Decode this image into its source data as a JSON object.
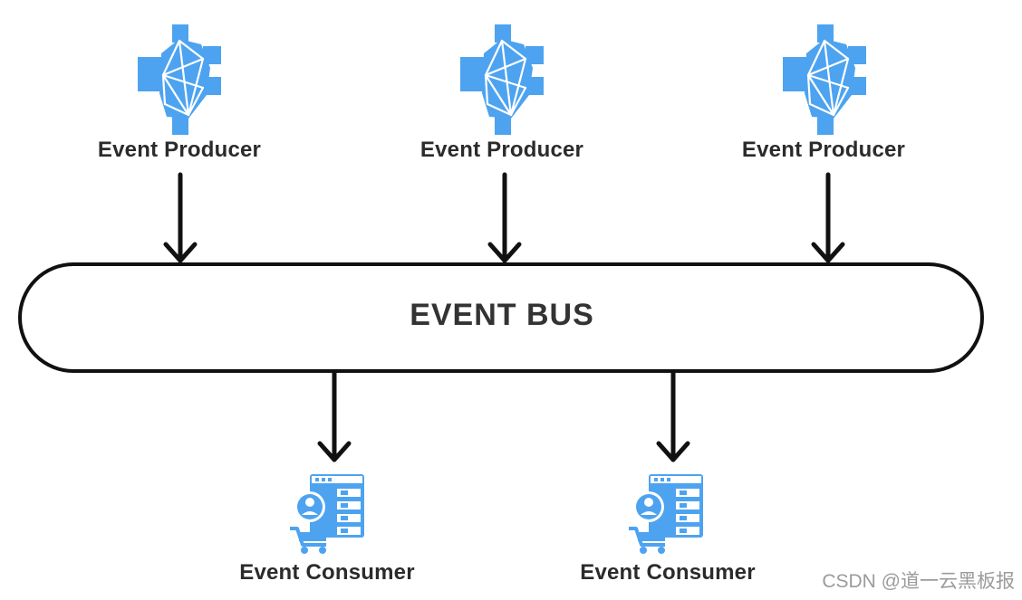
{
  "colors": {
    "accent": "#4da3f0",
    "stroke": "#111111",
    "text": "#2b2b2b"
  },
  "producers": [
    {
      "label": "Event Producer",
      "icon": "network-node-icon"
    },
    {
      "label": "Event Producer",
      "icon": "network-node-icon"
    },
    {
      "label": "Event Producer",
      "icon": "network-node-icon"
    }
  ],
  "bus": {
    "label": "EVENT BUS"
  },
  "consumers": [
    {
      "label": "Event Consumer",
      "icon": "consumer-dashboard-icon"
    },
    {
      "label": "Event Consumer",
      "icon": "consumer-dashboard-icon"
    }
  ],
  "watermark": "CSDN @道一云黑板报"
}
